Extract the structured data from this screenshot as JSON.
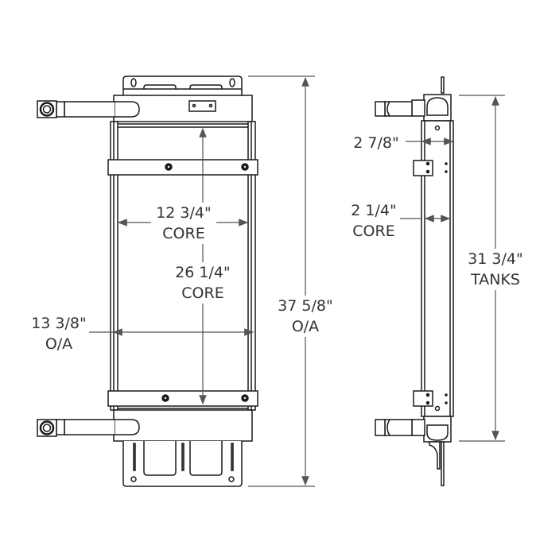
{
  "drawing": {
    "title": "Radiator dimensional drawing",
    "views": [
      "front",
      "side"
    ],
    "line_color": "#1a1a1a",
    "dim_line_color": "#555555",
    "text_color": "#333333"
  },
  "dimensions": {
    "core_width": {
      "value": "12 3/4\"",
      "label": "CORE"
    },
    "core_height": {
      "value": "26 1/4\"",
      "label": "CORE"
    },
    "overall_width": {
      "value": "13 3/8\"",
      "label": "O/A"
    },
    "overall_height": {
      "value": "37 5/8\"",
      "label": "O/A"
    },
    "tank_depth": {
      "value": "2 7/8\""
    },
    "core_depth": {
      "value": "2 1/4\"",
      "label": "CORE"
    },
    "tanks_height": {
      "value": "31 3/4\"",
      "label": "TANKS"
    }
  }
}
